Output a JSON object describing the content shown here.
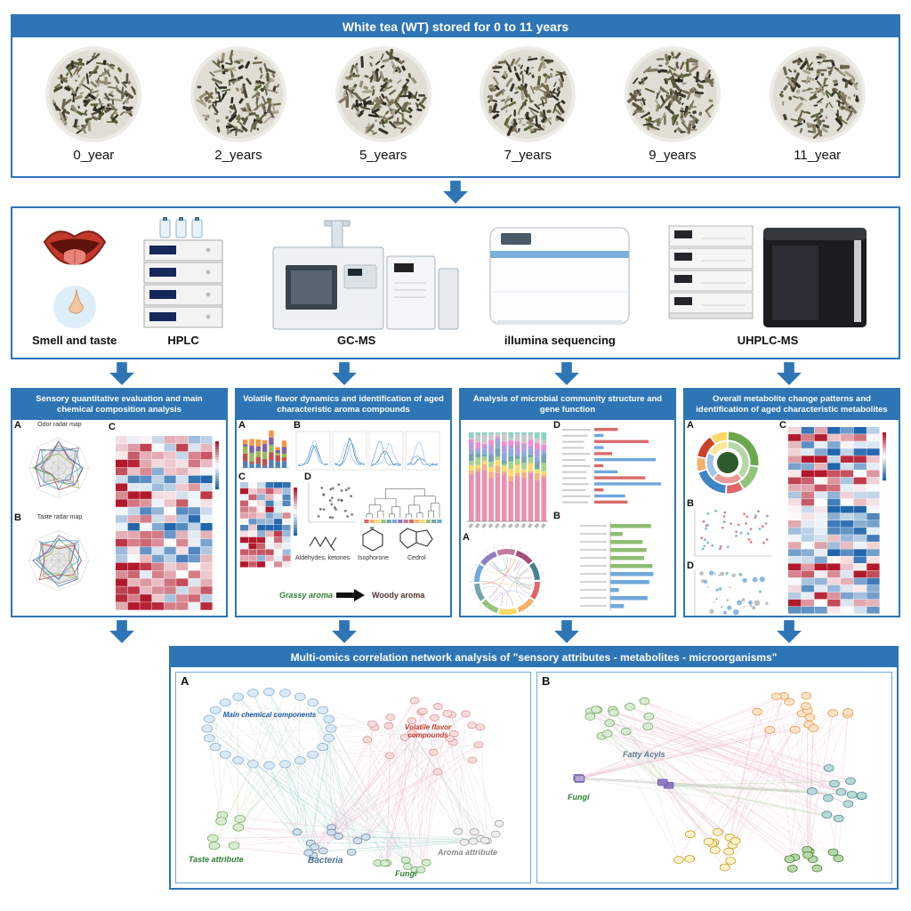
{
  "colors": {
    "primary_blue": "#2e75b6",
    "header_text": "#ffffff"
  },
  "top": {
    "title": "White tea (WT) stored for 0 to 11 years",
    "samples": [
      {
        "label": "0_year"
      },
      {
        "label": "2_years"
      },
      {
        "label": "5_years"
      },
      {
        "label": "7_years"
      },
      {
        "label": "9_years"
      },
      {
        "label": "11_year"
      }
    ]
  },
  "instruments": [
    {
      "label": "Smell and taste"
    },
    {
      "label": "HPLC"
    },
    {
      "label": "GC-MS"
    },
    {
      "label": "illumina sequencing"
    },
    {
      "label": "UHPLC-MS"
    }
  ],
  "panels": [
    {
      "title": "Sensory quantitative evaluation and main chemical composition analysis",
      "letters": [
        "A",
        "B",
        "C"
      ],
      "radar_titles": [
        "Odor radar map",
        "Taste radar map"
      ]
    },
    {
      "title": "Volatile flavor dynamics and identification of aged characteristic aroma compounds",
      "letters": [
        "A",
        "B",
        "C",
        "D"
      ],
      "annotations": {
        "aldehydes": "Aldehydes, ketones",
        "isophorone": "Isophorone",
        "cedrol": "Cedrol",
        "grassy": "Grassy aroma",
        "woody": "Woody aroma"
      }
    },
    {
      "title": "Analysis of microbial community structure and gene function",
      "letters": [
        "A",
        "B",
        "D"
      ]
    },
    {
      "title": "Overall metabolite change patterns and identification of aged characteristic metabolites",
      "letters": [
        "A",
        "B",
        "C",
        "D"
      ]
    }
  ],
  "network": {
    "title": "Multi-omics correlation network analysis of \"sensory attributes - metabolites - microorganisms\"",
    "panel_a": {
      "letter": "A",
      "labels": {
        "main_chemical": "Main chemical components",
        "volatile": "Volatile flavor compounds",
        "taste": "Taste attribute",
        "bacteria": "Bacteria",
        "fungi": "Fungi",
        "aroma": "Aroma attribute"
      }
    },
    "panel_b": {
      "letter": "B",
      "labels": {
        "fatty_acyls": "Fatty Acyls",
        "fungi": "Fungi"
      }
    }
  }
}
